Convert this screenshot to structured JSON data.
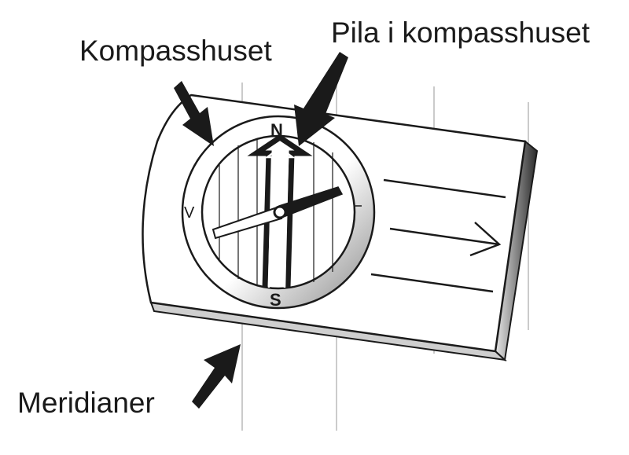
{
  "labels": {
    "compass_housing": "Kompasshuset",
    "housing_arrow": "Pila i kompasshuset",
    "meridians": "Meridianer"
  },
  "dial": {
    "north": "N",
    "south": "S",
    "west": "V"
  },
  "colors": {
    "ink": "#1a1a1a",
    "meridian_line": "#b5b5b5",
    "baseplate_edge": "#3a3a3a",
    "background": "#ffffff"
  }
}
